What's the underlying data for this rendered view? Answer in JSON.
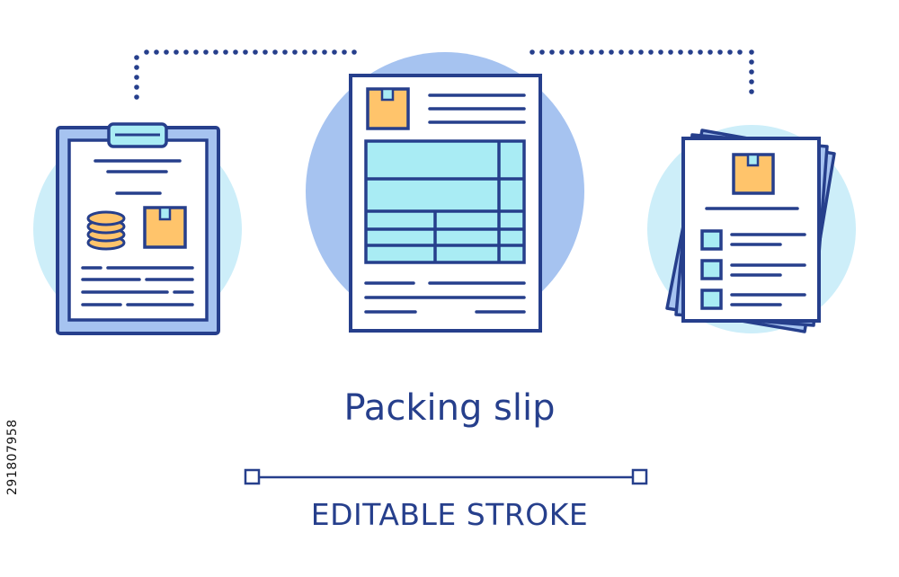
{
  "title": "Packing slip",
  "subtitle": "EDITABLE STROKE",
  "stock_id": "291807958",
  "colors": {
    "stroke": "#263f8c",
    "circle_light": "#cdeef9",
    "circle_mid": "#a6c3f0",
    "paper_fill": "#ffffff",
    "cell_fill": "#a9ecf4",
    "box_fill": "#ffc46b",
    "clipboard_fill": "#a6c3f0"
  },
  "icons": [
    "clipboard-icon",
    "coin-stack-icon",
    "package-box-icon",
    "invoice-document-icon",
    "document-stack-icon",
    "checkbox-icon"
  ]
}
